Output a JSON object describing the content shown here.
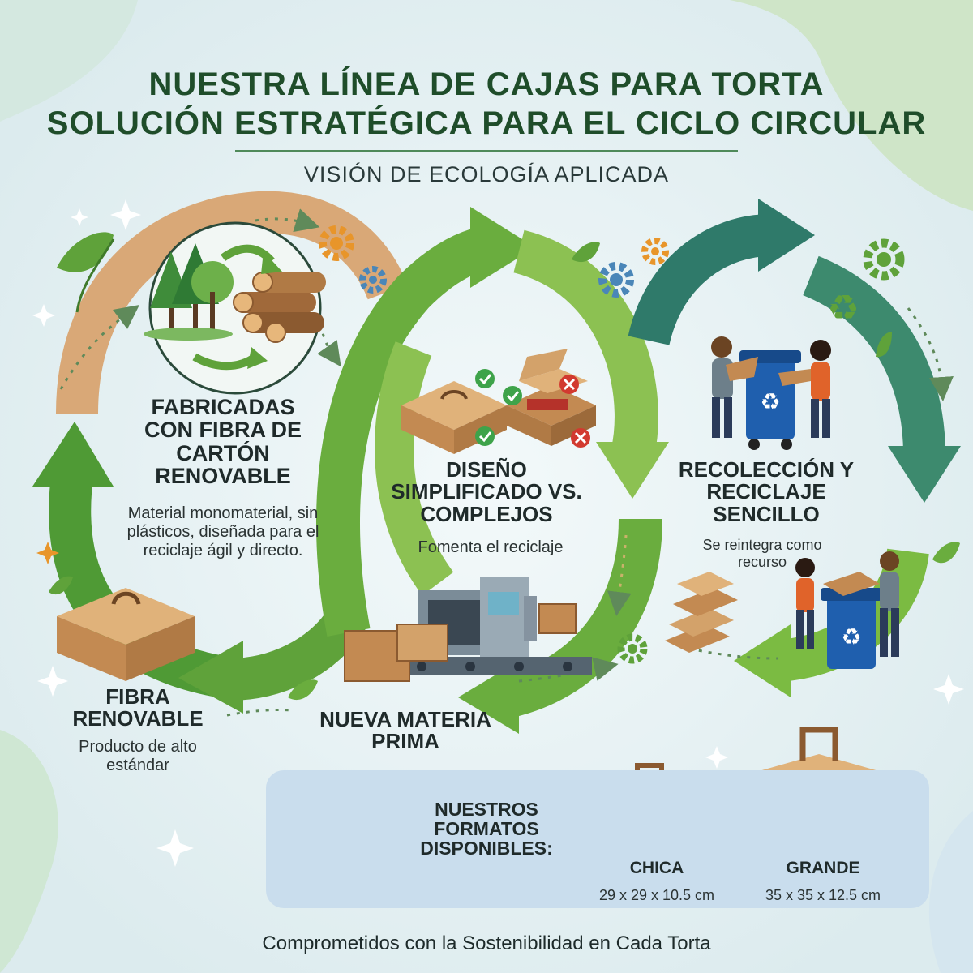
{
  "header": {
    "title_line1": "NUESTRA LÍNEA DE CAJAS PARA TORTA",
    "title_line2": "SOLUCIÓN ESTRATÉGICA PARA EL CICLO CIRCULAR",
    "subtitle": "VISIÓN DE ECOLOGÍA APLICADA"
  },
  "cycle": {
    "stage1": {
      "heading": "FABRICADAS CON FIBRA DE CARTÓN RENOVABLE",
      "text": "Material monomaterial, sin plásticos, diseñada para el reciclaje ágil y directo."
    },
    "stage2": {
      "heading": "DISEÑO SIMPLIFICADO VS. COMPLEJOS",
      "text": "Fomenta el reciclaje"
    },
    "stage3": {
      "heading": "RECOLECCIÓN Y RECICLAJE SENCILLO",
      "text": "Se reintegra como recurso"
    },
    "stage4": {
      "heading": "FIBRA RENOVABLE",
      "text": "Producto de alto estándar"
    },
    "stage5": {
      "heading": "NUEVA MATERIA PRIMA"
    }
  },
  "formats": {
    "heading": "NUESTROS FORMATOS DISPONIBLES:",
    "items": [
      {
        "label": "CHICA",
        "dims": "29 x 29 x 10.5 cm"
      },
      {
        "label": "GRANDE",
        "dims": "35 x 35 x 12.5 cm"
      }
    ]
  },
  "footer": "Comprometidos con la Sostenibilidad en Cada Torta",
  "colors": {
    "title_green": "#1f4d2a",
    "arrow_green": "#5fa23a",
    "arrow_light": "#8cc152",
    "arrow_teal": "#2f7a6a",
    "arrow_tan": "#d9a877",
    "cardboard": "#d3a26a",
    "panel_blue": "#c9dded",
    "bin_blue": "#1f5fae"
  },
  "icons": [
    "trees-icon",
    "logs-icon",
    "gear-icon",
    "leaf-icon",
    "sparkle-icon",
    "recycle-icon",
    "checkmark-icon",
    "cross-icon",
    "cardboard-box-icon",
    "recycling-bin-icon",
    "person-icon",
    "conveyor-machine-icon",
    "cake-icon"
  ]
}
